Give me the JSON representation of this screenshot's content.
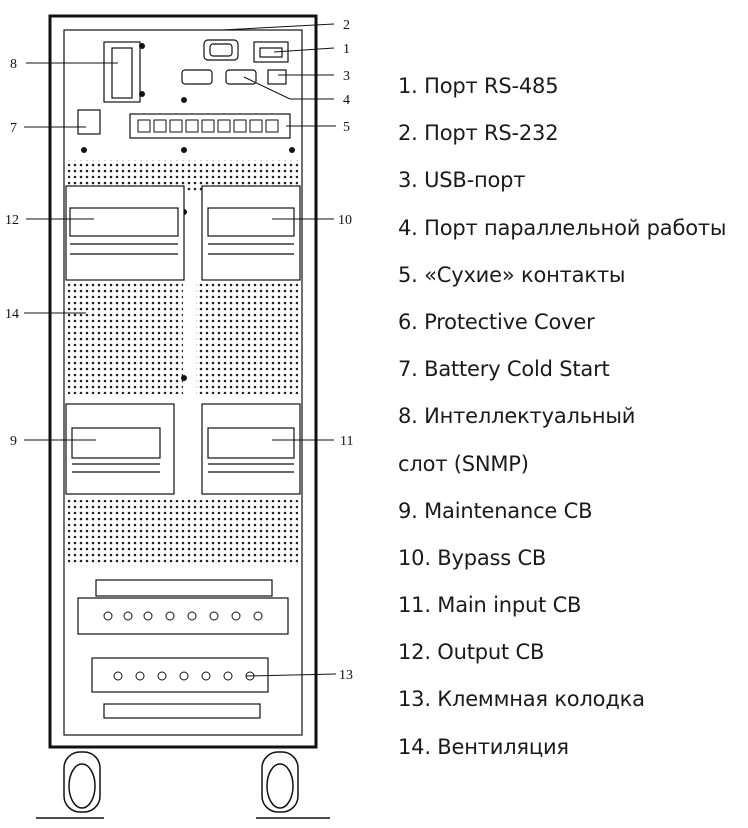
{
  "callout_numbers": {
    "n1": "1",
    "n2": "2",
    "n3": "3",
    "n4": "4",
    "n5": "5",
    "n7": "7",
    "n8": "8",
    "n9": "9",
    "n10": "10",
    "n11": "11",
    "n12": "12",
    "n13": "13",
    "n14": "14"
  },
  "legend": [
    "1. Порт RS-485",
    "2. Порт RS-232",
    "3. USB-порт",
    "4. Порт параллельной работы",
    "5. «Сухие» контакты",
    "6. Protective Cover",
    "7. Battery Cold Start",
    "8. Интеллектуальный",
    "слот (SNMP)",
    "9. Maintenance CB",
    "10. Bypass CB",
    "11. Main input CB",
    "12. Output CB",
    "13. Клеммная колодка",
    "14. Вентиляция"
  ]
}
